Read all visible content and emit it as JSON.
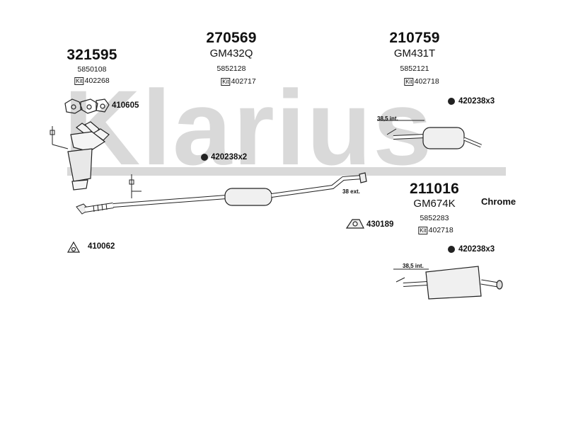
{
  "watermark": "Klarius",
  "brand_color": "#d9d9d9",
  "parts": [
    {
      "number": "321595",
      "oem": "5850108",
      "kit": "402268"
    },
    {
      "number": "270569",
      "code": "GM432Q",
      "oem": "5852128",
      "kit": "402717"
    },
    {
      "number": "210759",
      "code": "GM431T",
      "oem": "5852121",
      "kit": "402718"
    },
    {
      "number": "211016",
      "code": "GM674K",
      "oem": "5852283",
      "kit": "402718",
      "finish": "Chrome"
    }
  ],
  "kit_icon": "Kit",
  "fittings": [
    {
      "code": "410605"
    },
    {
      "code": "420238x2"
    },
    {
      "code": "420238x3"
    },
    {
      "code": "430189"
    },
    {
      "code": "410062"
    },
    {
      "code": "420238x3"
    }
  ],
  "dimensions": [
    "38,5 int.",
    "38 ext.",
    "38,5 int."
  ]
}
